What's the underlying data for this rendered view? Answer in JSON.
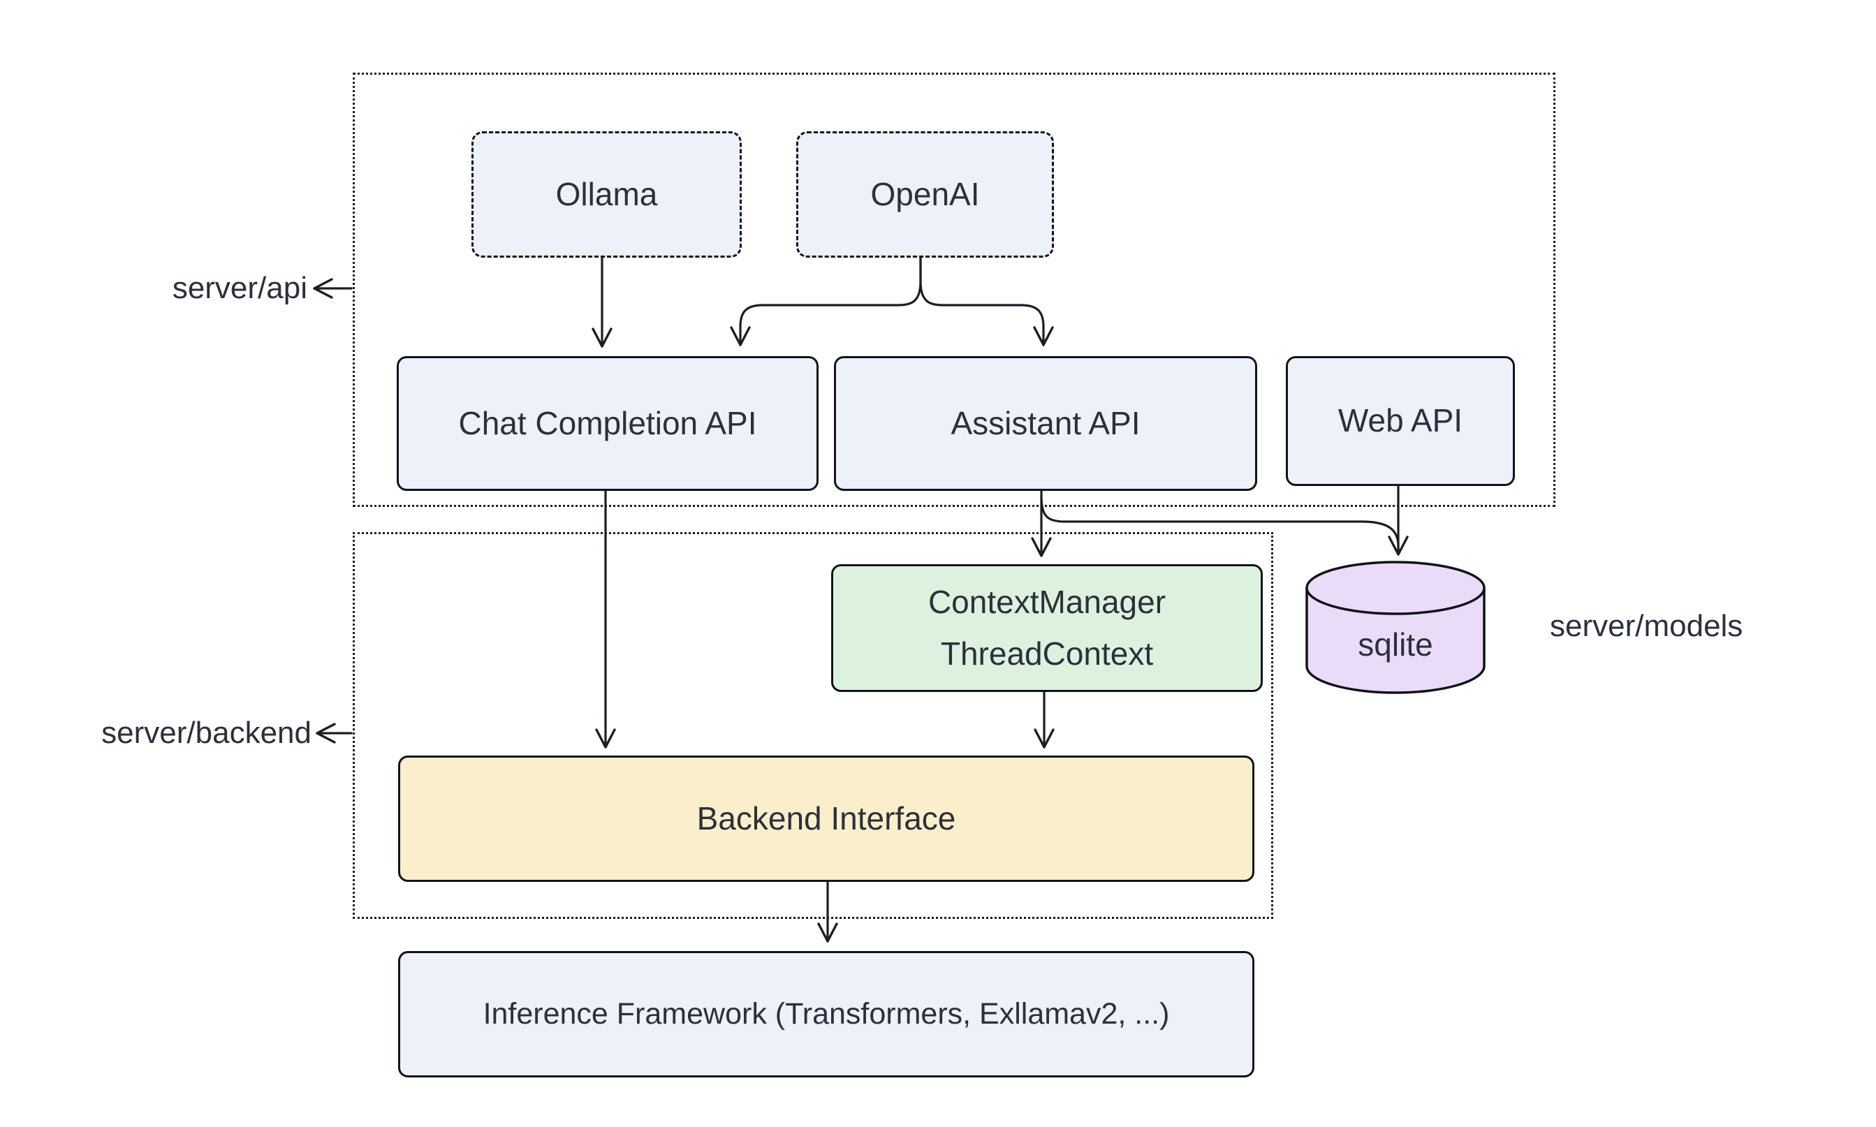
{
  "diagram": {
    "type": "architecture-flowchart",
    "labels": {
      "server_api": "server/api",
      "server_backend": "server/backend",
      "server_models": "server/models"
    },
    "nodes": {
      "ollama": "Ollama",
      "openai": "OpenAI",
      "chat_completion_api": "Chat Completion API",
      "assistant_api": "Assistant API",
      "web_api": "Web API",
      "context_manager": {
        "line1": "ContextManager",
        "line2": "ThreadContext"
      },
      "sqlite": "sqlite",
      "backend_interface": "Backend Interface",
      "inference_framework": "Inference Framework (Transformers, Exllamav2, ...)"
    },
    "colors": {
      "node_blue": "#ecf1fa",
      "node_green": "#dcf2df",
      "node_yellow": "#fbefcb",
      "cylinder_purple": "#eadcf8",
      "border": "#101319",
      "line": "#1b1e24",
      "text": "#2b313b",
      "background": "#ffffff"
    }
  }
}
